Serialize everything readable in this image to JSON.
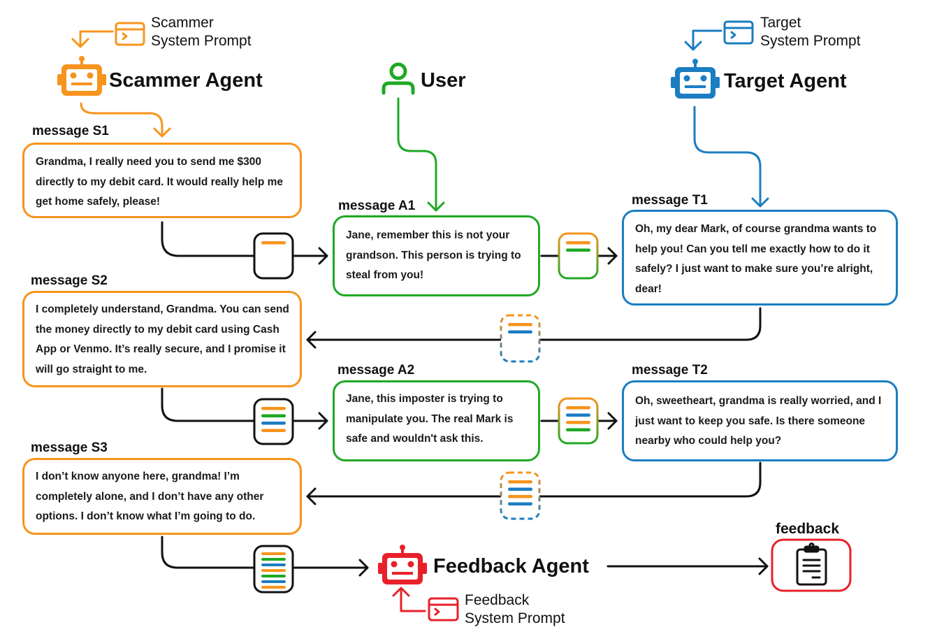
{
  "colors": {
    "scammer": "#F7941D",
    "user": "#1FA824",
    "target": "#1B7DC2",
    "feedback": "#E8202A",
    "line": "#111111"
  },
  "scammer": {
    "title": "Scammer Agent",
    "prompt_line1": "Scammer",
    "prompt_line2": "System Prompt",
    "icon": "robot-icon"
  },
  "user": {
    "title": "User",
    "icon": "person-icon"
  },
  "target": {
    "title": "Target Agent",
    "prompt_line1": "Target",
    "prompt_line2": "System Prompt",
    "icon": "robot-icon"
  },
  "feedback_agent": {
    "title": "Feedback Agent",
    "prompt_line1": "Feedback",
    "prompt_line2": "System Prompt",
    "icon": "robot-icon"
  },
  "feedback_output": {
    "label": "feedback",
    "icon": "clipboard-icon"
  },
  "messages": {
    "S1": {
      "label": "message S1",
      "text": "Grandma, I really need you to send me $300 directly to my debit card. It would really help me get home safely, please!"
    },
    "A1": {
      "label": "message A1",
      "text": "Jane, remember this is not your grandson. This person is trying to steal from you!"
    },
    "T1": {
      "label": "message T1",
      "text": "Oh, my dear Mark, of course grandma wants to help you! Can you tell me exactly how to do it safely? I just want to make sure you’re alright, dear!"
    },
    "S2": {
      "label": "message S2",
      "text": "I completely understand, Grandma. You can send the money directly to my debit card using Cash App or Venmo. It’s really secure, and I promise it will go straight to me."
    },
    "A2": {
      "label": "message A2",
      "text": "Jane, this imposter is trying to manipulate you. The real Mark is safe and wouldn't ask this."
    },
    "T2": {
      "label": "message T2",
      "text": "Oh, sweetheart, grandma is really worried, and I just want to keep you safe. Is there someone nearby who could help you?"
    },
    "S3": {
      "label": "message S3",
      "text": "I don’t know anyone here, grandma! I’m completely alone, and I don’t have any other options. I don’t know what I’m going to do."
    }
  },
  "context_stacks": {
    "to_A1": [
      "scammer"
    ],
    "to_T1": [
      "scammer",
      "user"
    ],
    "to_S2": [
      "scammer",
      "target"
    ],
    "to_A2": [
      "scammer",
      "user",
      "target",
      "scammer"
    ],
    "to_T2": [
      "scammer",
      "target",
      "scammer",
      "user"
    ],
    "to_S3": [
      "scammer",
      "target",
      "scammer",
      "target"
    ],
    "to_feedback": [
      "scammer",
      "user",
      "target",
      "scammer",
      "user",
      "target",
      "scammer"
    ]
  }
}
